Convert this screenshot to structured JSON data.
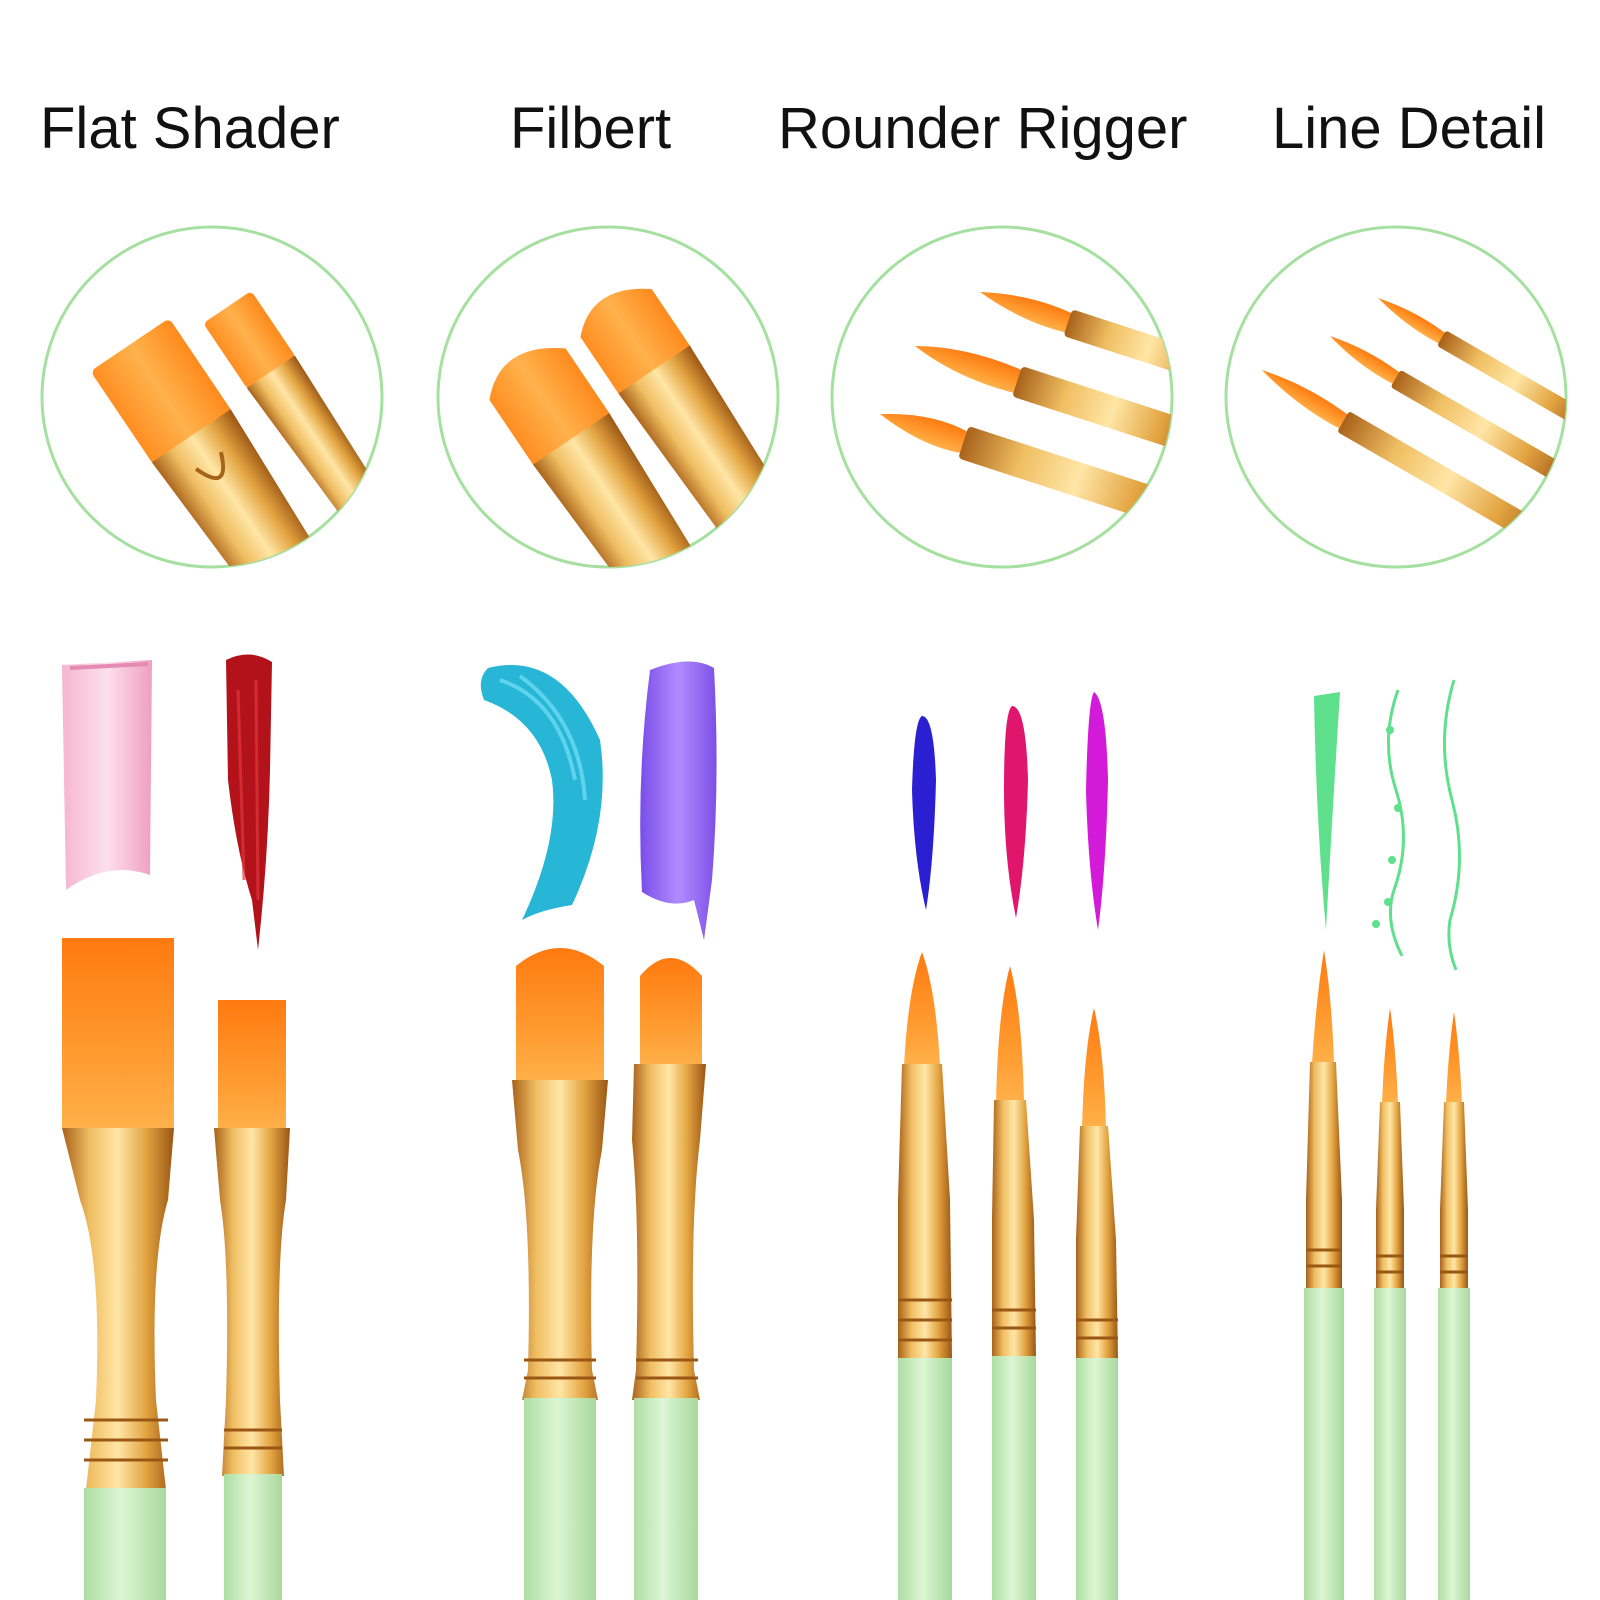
{
  "titles": {
    "flat_shader": "Flat Shader",
    "filbert": "Filbert",
    "rounder_rigger": "Rounder Rigger",
    "line_detail": "Line Detail"
  },
  "colors": {
    "ring": "#a6e0a0",
    "bristle_orange": "#ff8a1c",
    "ferrule_gold": "#e0a33a",
    "handle_mint": "#c8ecc0",
    "stroke_pink": "#f2a9c8",
    "stroke_red": "#b3121b",
    "stroke_cyan": "#27b6d6",
    "stroke_violet": "#8b5cf0",
    "stroke_blue": "#2a1fd1",
    "stroke_magenta": "#e0156c",
    "stroke_purple": "#d21ad8",
    "stroke_green": "#5fe08c"
  }
}
